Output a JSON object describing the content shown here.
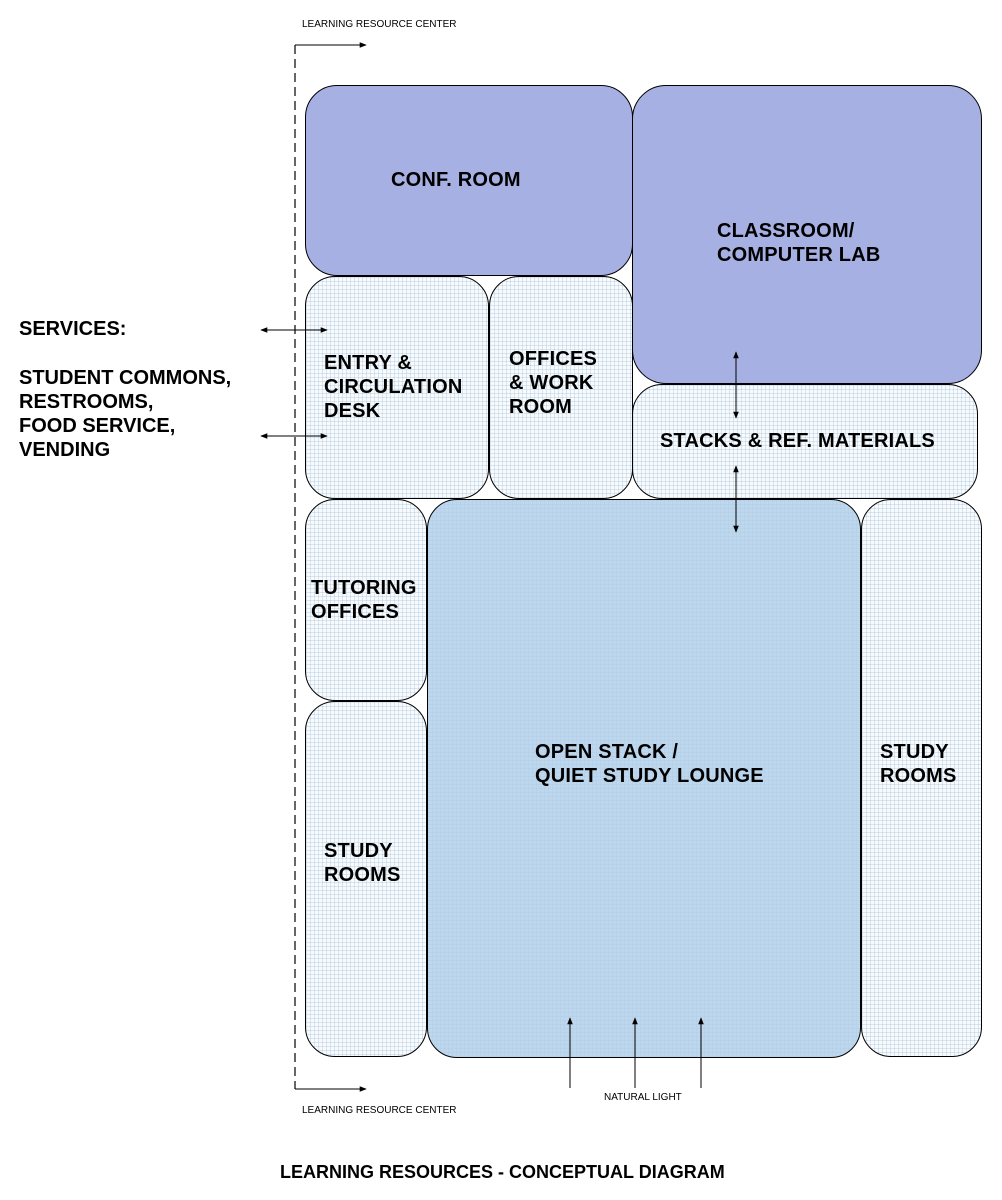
{
  "boundary": {
    "top_label": "LEARNING RESOURCE CENTER",
    "bottom_label": "LEARNING RESOURCE CENTER"
  },
  "rooms": {
    "conf_room": {
      "label": "CONF. ROOM",
      "color": "#a6b0e3"
    },
    "classroom": {
      "label": "CLASSROOM/\nCOMPUTER LAB",
      "color": "#a6b0e3"
    },
    "entry": {
      "label": "ENTRY &\nCIRCULATION\nDESK"
    },
    "offices": {
      "label": "OFFICES\n& WORK\nROOM"
    },
    "stacks": {
      "label": "STACKS & REF. MATERIALS"
    },
    "tutoring": {
      "label": "TUTORING\nOFFICES"
    },
    "study_left": {
      "label": "STUDY\nROOMS"
    },
    "open_stack": {
      "label": "OPEN STACK /\nQUIET STUDY LOUNGE",
      "color": "#bdd7ee"
    },
    "study_right": {
      "label": "STUDY\nROOMS"
    }
  },
  "services": {
    "heading": "SERVICES:",
    "items": "STUDENT COMMONS,\nRESTROOMS,\nFOOD SERVICE,\nVENDING"
  },
  "natural_light": {
    "label": "NATURAL LIGHT"
  },
  "title": "LEARNING RESOURCES - CONCEPTUAL DIAGRAM"
}
